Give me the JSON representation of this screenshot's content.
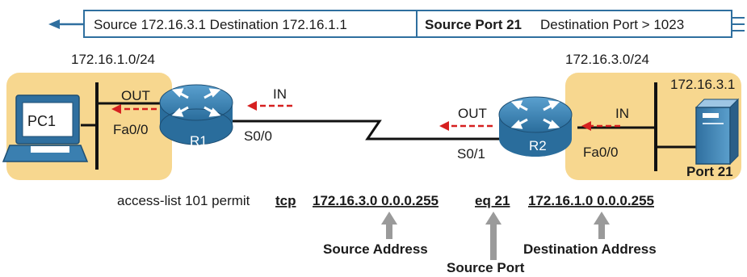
{
  "header": {
    "source_ip_text": "Source 172.16.3.1 Destination 172.16.1.1",
    "source_port_label": "Source Port 21",
    "destination_port_text": "Destination Port > 1023"
  },
  "left_site": {
    "subnet": "172.16.1.0/24",
    "pc_label": "PC1",
    "router_label": "R1",
    "lan_interface": "Fa0/0",
    "wan_interface": "S0/0",
    "out_label": "OUT",
    "in_label": "IN"
  },
  "right_site": {
    "subnet": "172.16.3.0/24",
    "server_ip": "172.16.3.1",
    "server_port": "Port 21",
    "router_label": "R2",
    "lan_interface": "Fa0/0",
    "wan_interface": "S0/1",
    "out_label": "OUT",
    "in_label": "IN"
  },
  "acl": {
    "prefix": "access-list 101 permit",
    "protocol": "tcp",
    "source": "172.16.3.0 0.0.0.255",
    "port_match": "eq 21",
    "destination": "172.16.1.0 0.0.0.255"
  },
  "callouts": {
    "source_address": "Source Address",
    "source_port": "Source Port",
    "destination_address": "Destination Address"
  },
  "colors": {
    "site_fill": "#f7d78f",
    "router_blue": "#3a7fb0",
    "header_border": "#2f6f9f",
    "arrow_red": "#d62020",
    "callout_gray": "#9a9a9a"
  }
}
